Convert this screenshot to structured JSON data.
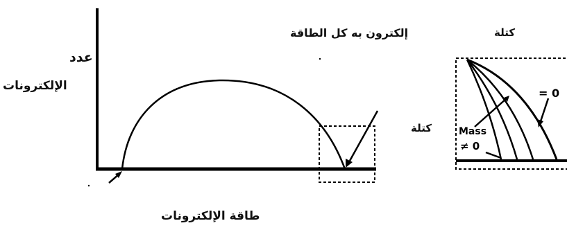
{
  "labels": {
    "y_axis_line1": "عدد",
    "y_axis_line2": "الإلكترونات",
    "top_annotation": "إلكترون به كل الطاقة",
    "mass_top": "كتلة",
    "mass_side": "كتلة",
    "x_axis": "طاقة الإلكترونات"
  },
  "inset": {
    "zero_mass_label": "= 0",
    "mass_word": "Mass",
    "nonzero_mass_label": "≠ 0"
  }
}
